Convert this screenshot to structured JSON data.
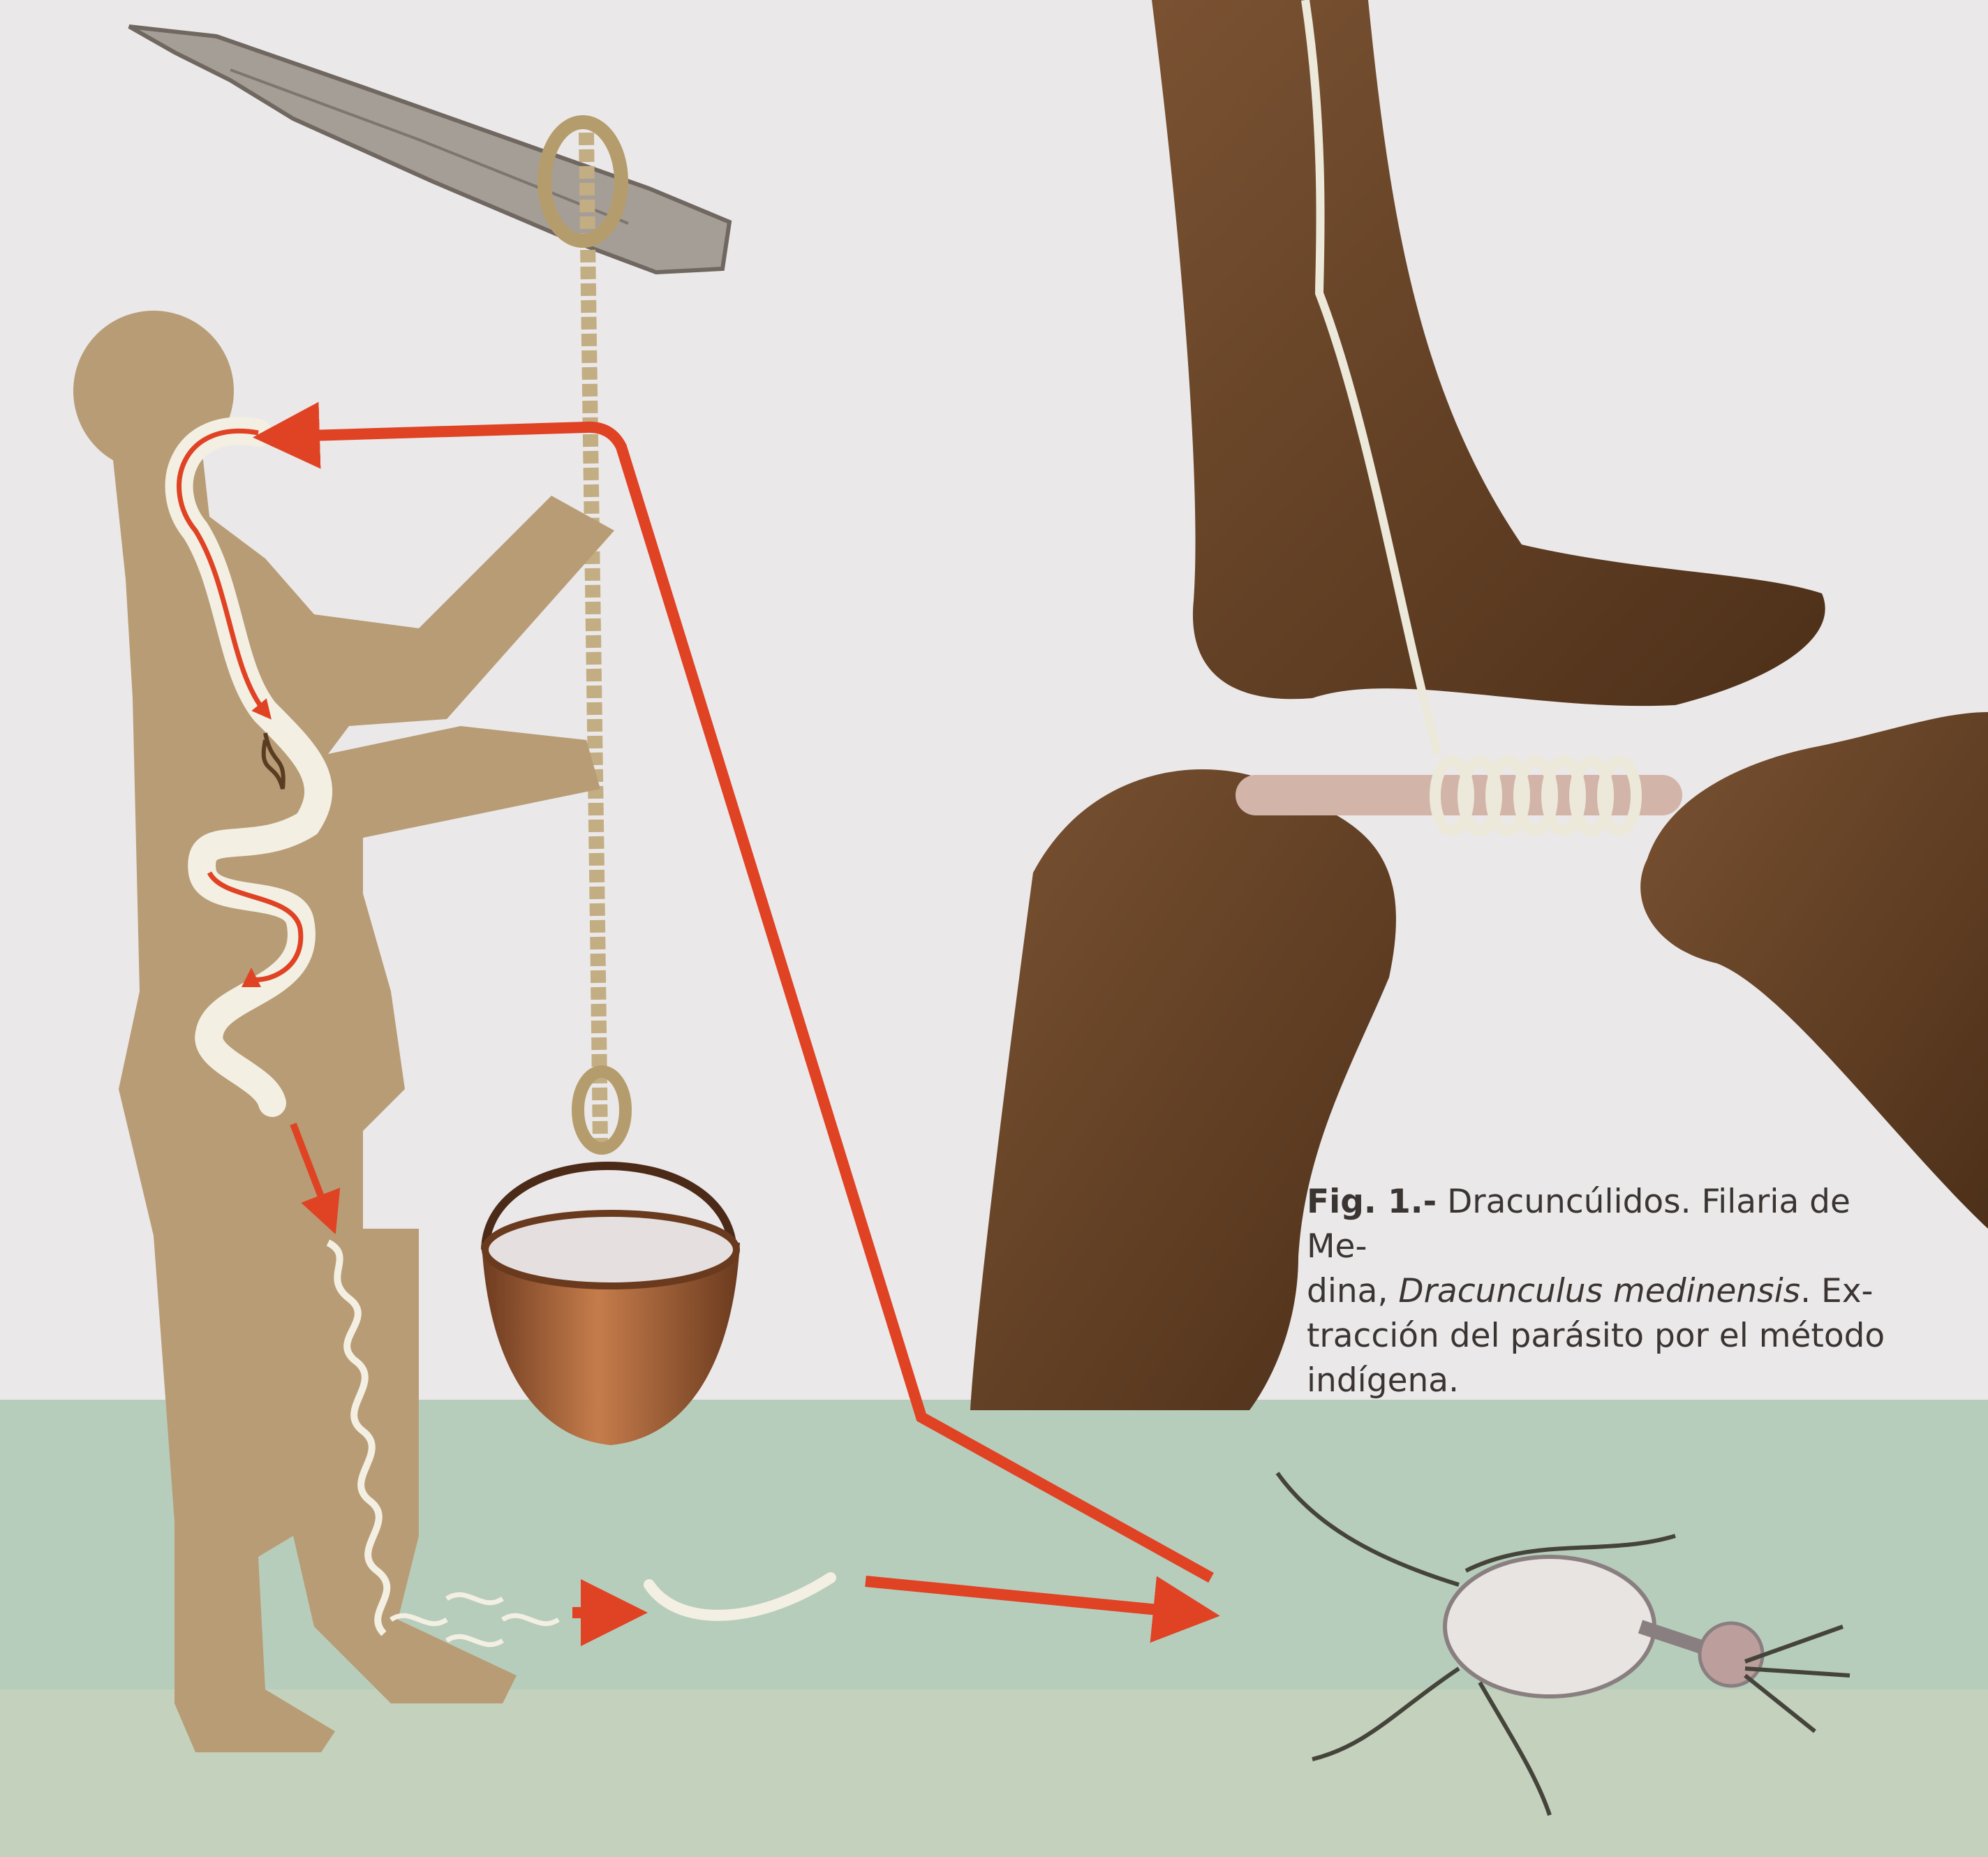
{
  "caption": {
    "fig_label": "Fig. 1.-",
    "text_a": " Dracuncúlidos. Filaria de Me-",
    "text_b": "dina, ",
    "species": "Dracunculus medinensis",
    "text_c": ". Ex-",
    "text_d": "tracción del parásito por el método",
    "text_e": "indígena."
  },
  "colors": {
    "background": "#ebe8e9",
    "water": "#b7cdbc",
    "silhouette": "#b89c75",
    "skin_dark": "#6a4528",
    "rope": "#c3ad82",
    "arrow": "#e04224",
    "worm": "#f3efe3",
    "pot": "#a8623a"
  },
  "icons": [
    "branch",
    "rope",
    "pot",
    "human-silhouette",
    "foot",
    "hands",
    "stick",
    "worm",
    "larvae",
    "copepod",
    "life-cycle-arrow"
  ]
}
